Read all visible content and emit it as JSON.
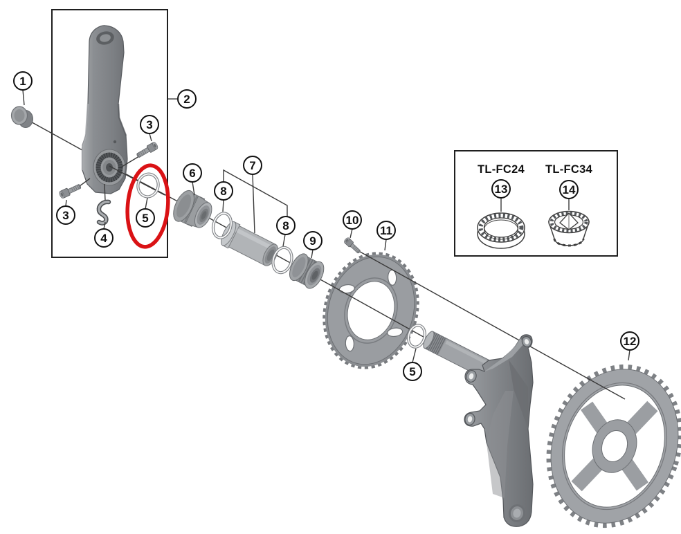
{
  "callouts": {
    "c1": "1",
    "c2": "2",
    "c3a": "3",
    "c3b": "3",
    "c4": "4",
    "c5a": "5",
    "c5b": "5",
    "c6": "6",
    "c7": "7",
    "c8a": "8",
    "c8b": "8",
    "c9": "9",
    "c10": "10",
    "c11": "11",
    "c12": "12",
    "c13": "13",
    "c14": "14"
  },
  "tool_labels": {
    "fc24": "TL-FC24",
    "fc34": "TL-FC34"
  },
  "colors": {
    "highlight_red": "#da1215",
    "leader_line": "#3a3a3a",
    "outline_black": "#111111",
    "part_light_gray": "#b3b6b9",
    "part_mid_gray": "#8e9194",
    "part_dark_gray": "#6e7174"
  }
}
